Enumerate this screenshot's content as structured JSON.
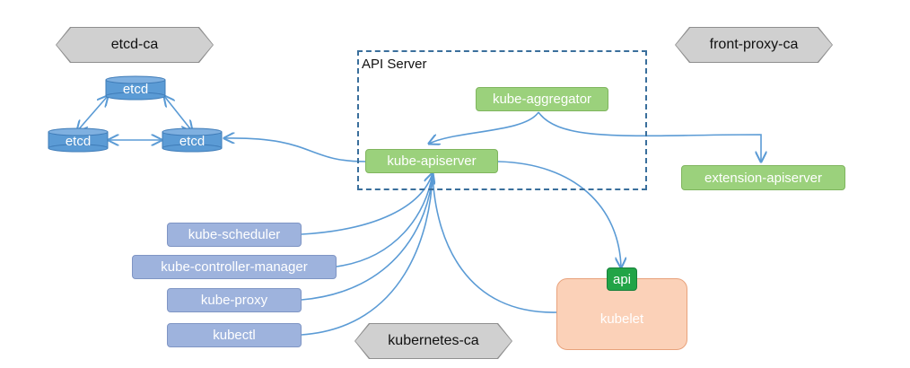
{
  "cas": {
    "etcd_ca": "etcd-ca",
    "front_proxy_ca": "front-proxy-ca",
    "kubernetes_ca": "kubernetes-ca"
  },
  "api_server": {
    "title": "API Server",
    "aggregator": "kube-aggregator",
    "apiserver": "kube-apiserver"
  },
  "extension": "extension-apiserver",
  "etcd": {
    "top": "etcd",
    "left": "etcd",
    "right": "etcd"
  },
  "clients": [
    "kube-scheduler",
    "kube-controller-manager",
    "kube-proxy",
    "kubectl"
  ],
  "kubelet": {
    "label": "kubelet",
    "api_badge": "api"
  },
  "colors": {
    "line": "#5b9bd5",
    "green_node": "#9bd17c",
    "blue_node": "#9eb3dd",
    "etcd": "#5b9bd5",
    "kubelet": "#fbd1b8",
    "api_badge": "#22a447",
    "ca_hex": "#d0d0d0",
    "dashed_border": "#3a6f9c"
  }
}
